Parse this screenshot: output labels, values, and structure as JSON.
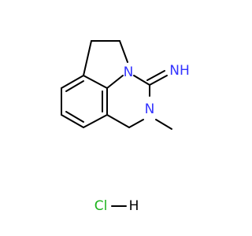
{
  "molecule": {
    "atoms": {
      "ring_n": "N",
      "imine_nh": "NH",
      "methyl_n": "N",
      "salt_cl": "Cl",
      "salt_h": "H"
    }
  },
  "colors": {
    "bond": "#000000",
    "nitrogen": "#3333ff",
    "chlorine": "#1db31d",
    "hydrogen": "#000000"
  }
}
